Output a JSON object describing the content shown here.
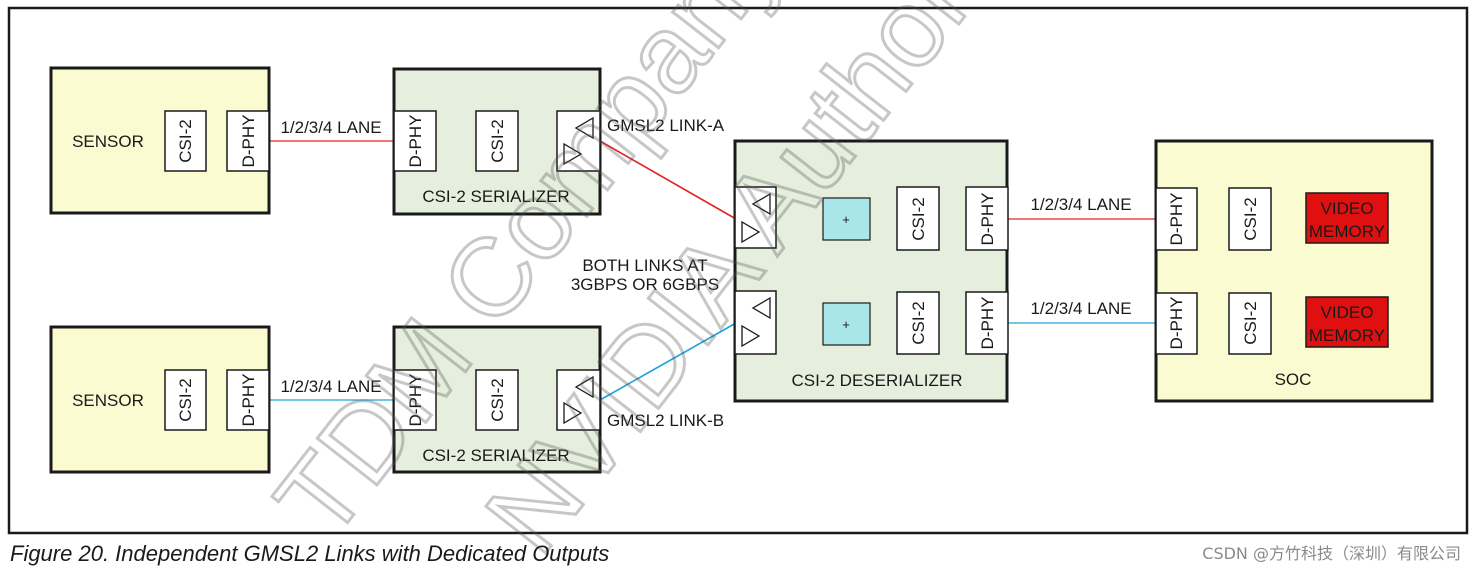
{
  "diagram": {
    "sensor_label": "SENSOR",
    "csi2_label": "CSI-2",
    "dphy_label": "D-PHY",
    "lane_label": "1/2/3/4 LANE",
    "serializer_label": "CSI-2 SERIALIZER",
    "deserializer_label": "CSI-2 DESERIALIZER",
    "soc_label": "SOC",
    "link_a_label": "GMSL2 LINK-A",
    "link_b_label": "GMSL2 LINK-B",
    "both_links_line1": "BOTH LINKS AT",
    "both_links_line2": "3GBPS OR 6GBPS",
    "video_memory_line1": "VIDEO",
    "video_memory_line2": "MEMORY",
    "plus_symbol": "+",
    "watermark_text": "TDM Company Confidential | NVIDIA Authorized to use",
    "colors": {
      "link_a": "#e52222",
      "link_b": "#1fa3d8",
      "sensor_fill": "#fbfbd2",
      "serdes_fill": "#e6efdd",
      "soc_fill": "#fbfbd2",
      "plus_fill": "#a8e6ea",
      "memory_fill": "#e01010"
    }
  },
  "caption": "Figure 20. Independent GMSL2 Links with Dedicated Outputs",
  "credit": "CSDN @方竹科技（深圳）有限公司"
}
